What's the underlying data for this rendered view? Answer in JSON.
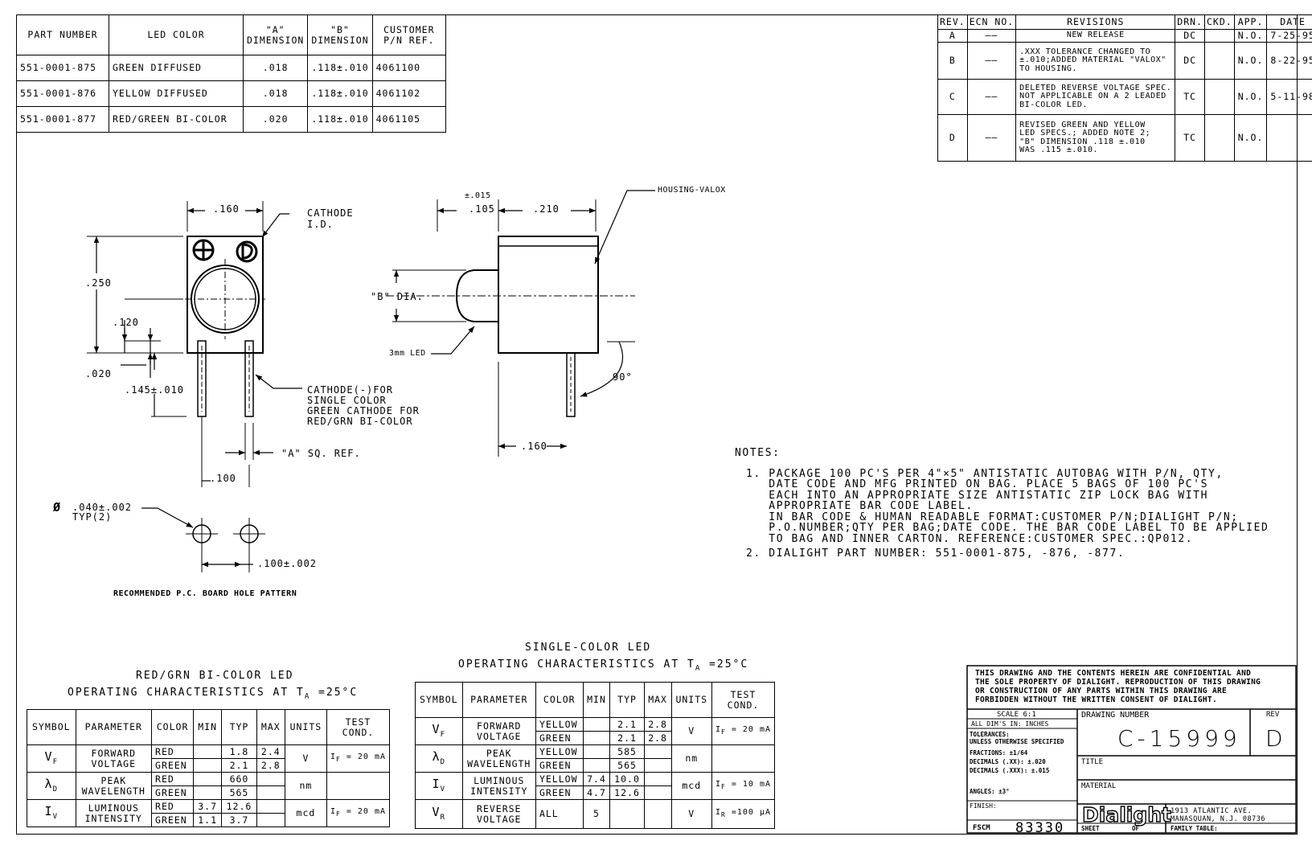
{
  "parts_table": {
    "headers": [
      "PART NUMBER",
      "LED COLOR",
      "\"A\" DIMENSION",
      "\"B\" DIMENSION",
      "CUSTOMER P/N REF."
    ],
    "rows": [
      [
        "551-0001-875",
        "GREEN DIFFUSED",
        ".018",
        ".118±.010",
        "4061100"
      ],
      [
        "551-0001-876",
        "YELLOW DIFFUSED",
        ".018",
        ".118±.010",
        "4061102"
      ],
      [
        "551-0001-877",
        "RED/GREEN BI-COLOR",
        ".020",
        ".118±.010",
        "4061105"
      ]
    ]
  },
  "revisions": {
    "headers": [
      "REV.",
      "ECN NO.",
      "REVISIONS",
      "DRN.",
      "CKD.",
      "APP.",
      "DATE"
    ],
    "rows": [
      {
        "rev": "A",
        "ecn": "——",
        "desc": [
          "NEW RELEASE"
        ],
        "drn": "DC",
        "ckd": "",
        "app": "N.O.",
        "date": "7-25-95"
      },
      {
        "rev": "B",
        "ecn": "——",
        "desc": [
          ".XXX TOLERANCE CHANGED TO",
          "±.010;ADDED MATERIAL \"VALOX\"",
          "TO HOUSING."
        ],
        "drn": "DC",
        "ckd": "",
        "app": "N.O.",
        "date": "8-22-95"
      },
      {
        "rev": "C",
        "ecn": "——",
        "desc": [
          "DELETED REVERSE VOLTAGE SPEC.",
          "NOT APPLICABLE ON A 2 LEADED",
          "BI-COLOR LED."
        ],
        "drn": "TC",
        "ckd": "",
        "app": "N.O.",
        "date": "5-11-98"
      },
      {
        "rev": "D",
        "ecn": "——",
        "desc": [
          "REVISED GREEN AND YELLOW",
          "LED SPECS.; ADDED NOTE 2;",
          "\"B\" DIMENSION .118 ±.010",
          "WAS .115 ±.010."
        ],
        "drn": "TC",
        "ckd": "",
        "app": "N.O.",
        "date": ""
      }
    ]
  },
  "front_view": {
    "dim_width": ".160",
    "cathode_id": [
      "CATHODE",
      "I.D."
    ],
    "dim_height": ".250",
    "dim_center": ".120",
    "dim_lead_gap": ".020",
    "dim_standoff": ".145±.010",
    "cathode_note": [
      "CATHODE(-)FOR",
      "SINGLE COLOR",
      "GREEN CATHODE FOR",
      "RED/GRN BI-COLOR"
    ],
    "a_sq_ref": "\"A\" SQ. REF.",
    "dim_pitch": ".100"
  },
  "side_view": {
    "dim_tol": "±.015",
    "dim_lens": ".105",
    "dim_body": ".210",
    "housing": "HOUSING-VALOX",
    "b_dia": "\"B\" DIA.",
    "led_label": "3mm LED",
    "angle": "90°",
    "dim_lead": ".160"
  },
  "hole_pattern": {
    "diameter_symbol": "Ø",
    "diameter": ".040±.002",
    "typ": "TYP(2)",
    "spacing": ".100±.002",
    "caption": "RECOMMENDED P.C. BOARD HOLE PATTERN"
  },
  "notes": {
    "title": "NOTES:",
    "lines": [
      "1. PACKAGE 100 PC'S PER 4\"×5\" ANTISTATIC AUTOBAG WITH P/N, QTY,",
      "   DATE CODE AND MFG PRINTED ON BAG. PLACE 5 BAGS OF 100 PC'S",
      "   EACH INTO AN APPROPRIATE SIZE ANTISTATIC ZIP LOCK BAG WITH",
      "   APPROPRIATE BAR CODE LABEL.",
      "   IN BAR CODE & HUMAN READABLE FORMAT:CUSTOMER P/N;DIALIGHT P/N;",
      "   P.O.NUMBER;QTY PER BAG;DATE CODE. THE BAR CODE LABEL TO BE APPLIED",
      "   TO BAG AND INNER CARTON. REFERENCE:CUSTOMER SPEC.:QP012.",
      "2. DIALIGHT PART NUMBER: 551-0001-875, -876, -877."
    ]
  },
  "bicolor_table": {
    "title1": "RED/GRN BI-COLOR LED",
    "title2": "OPERATING CHARACTERISTICS AT T",
    "title2_sub": "A",
    "title2_end": " =25°C",
    "headers": [
      "SYMBOL",
      "PARAMETER",
      "COLOR",
      "MIN",
      "TYP",
      "MAX",
      "UNITS",
      "TEST COND."
    ],
    "groups": [
      {
        "symbol": "V",
        "symbol_sub": "F",
        "param": [
          "FORWARD",
          "VOLTAGE"
        ],
        "units": "V",
        "test": "I",
        "test_sub": "F",
        "test_end": " = 20 mA",
        "rows": [
          [
            "RED",
            "",
            "1.8",
            "2.4"
          ],
          [
            "GREEN",
            "",
            "2.1",
            "2.8"
          ]
        ]
      },
      {
        "symbol": "λ",
        "symbol_sub": "D",
        "param": [
          "PEAK",
          "WAVELENGTH"
        ],
        "units": "nm",
        "test": "",
        "test_sub": "",
        "test_end": "",
        "rows": [
          [
            "RED",
            "",
            "660",
            ""
          ],
          [
            "GREEN",
            "",
            "565",
            ""
          ]
        ]
      },
      {
        "symbol": "I",
        "symbol_sub": "V",
        "param": [
          "LUMINOUS",
          "INTENSITY"
        ],
        "units": "mcd",
        "test": "I",
        "test_sub": "F",
        "test_end": " = 20 mA",
        "rows": [
          [
            "RED",
            "3.7",
            "12.6",
            ""
          ],
          [
            "GREEN",
            "1.1",
            "3.7",
            ""
          ]
        ]
      }
    ]
  },
  "single_table": {
    "title1": "SINGLE-COLOR LED",
    "title2": "OPERATING CHARACTERISTICS AT T",
    "title2_sub": "A",
    "title2_end": " =25°C",
    "headers": [
      "SYMBOL",
      "PARAMETER",
      "COLOR",
      "MIN",
      "TYP",
      "MAX",
      "UNITS",
      "TEST COND."
    ],
    "groups": [
      {
        "symbol": "V",
        "symbol_sub": "F",
        "param": [
          "FORWARD",
          "VOLTAGE"
        ],
        "units": "V",
        "test": "I",
        "test_sub": "F",
        "test_end": " = 20 mA",
        "rows": [
          [
            "YELLOW",
            "",
            "2.1",
            "2.8"
          ],
          [
            "GREEN",
            "",
            "2.1",
            "2.8"
          ]
        ]
      },
      {
        "symbol": "λ",
        "symbol_sub": "D",
        "param": [
          "PEAK",
          "WAVELENGTH"
        ],
        "units": "nm",
        "test": "",
        "test_sub": "",
        "test_end": "",
        "rows": [
          [
            "YELLOW",
            "",
            "585",
            ""
          ],
          [
            "GREEN",
            "",
            "565",
            ""
          ]
        ]
      },
      {
        "symbol": "I",
        "symbol_sub": "V",
        "param": [
          "LUMINOUS",
          "INTENSITY"
        ],
        "units": "mcd",
        "test": "I",
        "test_sub": "F",
        "test_end": " = 10 mA",
        "rows": [
          [
            "YELLOW",
            "7.4",
            "10.0",
            ""
          ],
          [
            "GREEN",
            "4.7",
            "12.6",
            ""
          ]
        ]
      },
      {
        "symbol": "V",
        "symbol_sub": "R",
        "param": [
          "REVERSE",
          "VOLTAGE"
        ],
        "units": "V",
        "test": "I",
        "test_sub": "R",
        "test_end": " =100 μA",
        "rows": [
          [
            "ALL",
            "5",
            "",
            ""
          ]
        ]
      }
    ]
  },
  "title_block": {
    "confidential": [
      "THIS DRAWING AND THE CONTENTS HEREIN ARE CONFIDENTIAL AND",
      "THE SOLE PROPERTY OF DIALIGHT.  REPRODUCTION OF THIS DRAWING",
      "OR CONSTRUCTION OF ANY PARTS WITHIN THIS DRAWING ARE",
      "FORBIDDEN WITHOUT THE WRITTEN CONSENT OF DIALIGHT."
    ],
    "scale": "SCALE 6:1",
    "dims_in": "ALL DIM'S IN:  INCHES",
    "tolerances": [
      "TOLERANCES:",
      "UNLESS OTHERWISE SPECIFIED"
    ],
    "fractions": "FRACTIONS: ±1/64",
    "decimals2": "DECIMALS (.XX): ±.020",
    "decimals3": "DECIMALS (.XXX): ±.015",
    "angles": "ANGLES: ±3°",
    "finish": "FINISH:",
    "fscm_label": "FSCM",
    "fscm": "83330",
    "drawing_number_label": "DRAWING NUMBER",
    "drawing_number": "C-15999",
    "rev_label": "REV",
    "rev": "D",
    "title_label": "TITLE",
    "material_label": "MATERIAL",
    "logo": "Dialight",
    "address": [
      "1913 ATLANTIC AVE.",
      "MANASQUAN, N.J. 08736"
    ],
    "sheet_label": "SHEET",
    "of_label": "OF",
    "family_label": "FAMILY TABLE:"
  }
}
